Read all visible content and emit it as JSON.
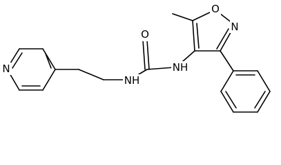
{
  "molecule": {
    "atoms": {
      "pyridine_n": "N",
      "urea_nh_left": "NH",
      "urea_o": "O",
      "urea_nh_right": "NH",
      "isoxazole_o": "O",
      "isoxazole_n": "N"
    }
  }
}
